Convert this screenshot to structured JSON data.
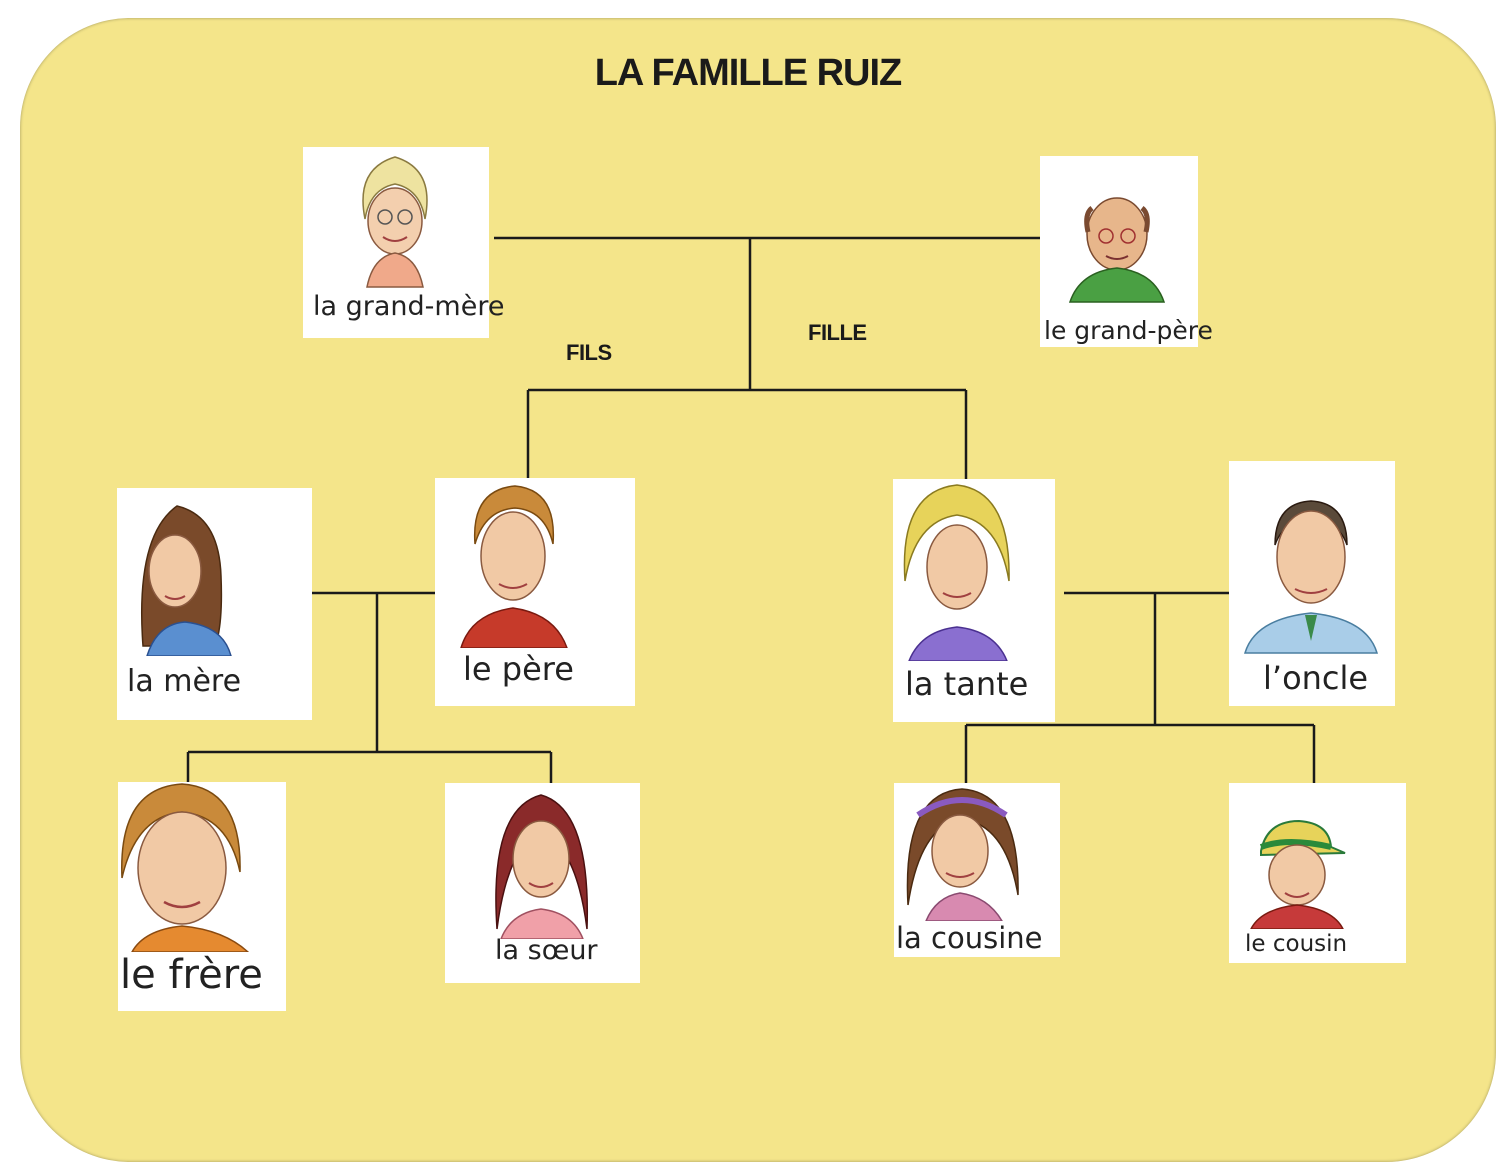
{
  "title": "LA FAMILLE RUIZ",
  "relations": {
    "son": "FILS",
    "daughter": "FILLE"
  },
  "colors": {
    "background": "#f4e58a",
    "card": "#ffffff",
    "line": "#1a1a1a"
  },
  "members": {
    "grandmother": {
      "label": "la grand-mère",
      "icon": "grandmother-portrait"
    },
    "grandfather": {
      "label": "le grand-père",
      "icon": "grandfather-portrait"
    },
    "mother": {
      "label": "la mère",
      "icon": "mother-portrait"
    },
    "father": {
      "label": "le père",
      "icon": "father-portrait"
    },
    "aunt": {
      "label": "la tante",
      "icon": "aunt-portrait"
    },
    "uncle": {
      "label": "l’oncle",
      "icon": "uncle-portrait"
    },
    "brother": {
      "label": "le frère",
      "icon": "brother-portrait"
    },
    "sister": {
      "label": "la sœur",
      "icon": "sister-portrait"
    },
    "female_cousin": {
      "label": "la cousine",
      "icon": "female-cousin-portrait"
    },
    "male_cousin": {
      "label": "le cousin",
      "icon": "male-cousin-portrait"
    }
  }
}
